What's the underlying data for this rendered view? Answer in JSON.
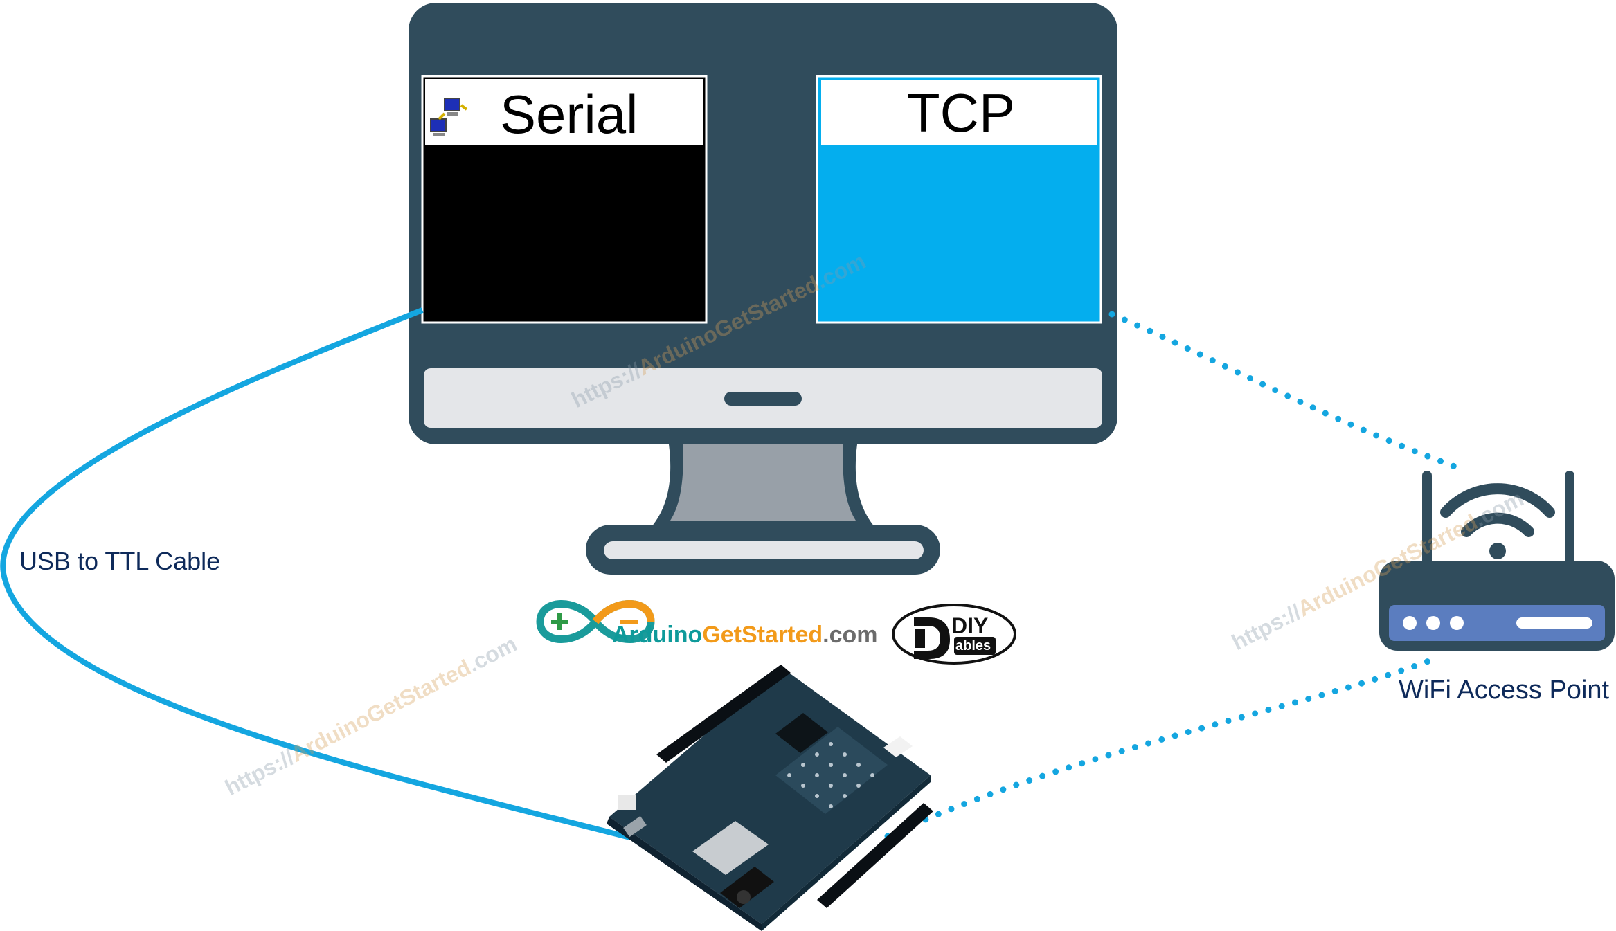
{
  "windows": {
    "serial": {
      "title": "Serial"
    },
    "tcp": {
      "title": "TCP"
    }
  },
  "labels": {
    "cable": "USB to TTL Cable",
    "access_point": "WiFi Access Point"
  },
  "logos": {
    "site": {
      "name_part1": "Arduino",
      "name_part2": "GetStarted",
      "name_part3": ".com"
    },
    "diyables": {
      "top": "DIY",
      "bottom": "ables"
    }
  },
  "watermark": {
    "prefix": "https://",
    "name": "ArduinoGetStarted",
    "suffix": ".com"
  },
  "colors": {
    "monitor": "#304c5c",
    "screen_bezel": "#e4e6e9",
    "stand": "#98a0a8",
    "tcp_panel": "#04aeee",
    "serial_panel": "#000000",
    "cable": "#14a6e0",
    "label_text": "#0e2a5a",
    "router_body": "#5b7dbf",
    "board": "#1f3a4a"
  },
  "icons": [
    "network-computers-icon",
    "monitor-icon",
    "wifi-router-icon",
    "arduino-board-icon",
    "arduino-infinity-logo-icon",
    "diyables-logo-icon"
  ]
}
